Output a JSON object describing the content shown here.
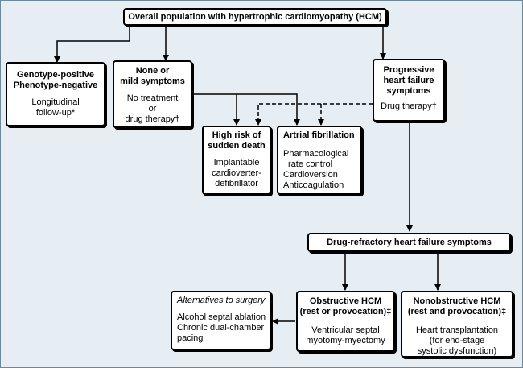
{
  "diagram": {
    "top": {
      "title": "Overall population with hypertrophic cardiomyopathy (HCM)"
    },
    "genotype": {
      "title": [
        "Genotype-positive",
        "Phenotype-negative"
      ],
      "body": [
        "Longitudinal",
        "follow-up*"
      ]
    },
    "mild": {
      "title": [
        "None or",
        "mild symptoms"
      ],
      "body": [
        "No treatment",
        "or",
        "drug therapy†"
      ]
    },
    "progressive": {
      "title": [
        "Progressive",
        "heart failure",
        "symptoms"
      ],
      "body": [
        "Drug therapy†"
      ]
    },
    "sudden": {
      "title": [
        "High risk of",
        "sudden death"
      ],
      "body": [
        "Implantable",
        "cardioverter-",
        "defibrillator"
      ]
    },
    "afib": {
      "title": [
        "Artrial fibrillation"
      ],
      "body": [
        "Pharmacological",
        "rate control",
        "Cardioversion",
        "Anticoagulation"
      ]
    },
    "refractory": {
      "title": "Drug-refractory heart failure symptoms"
    },
    "alternatives": {
      "title": "Alternatives to surgery",
      "body": [
        "Alcohol septal ablation",
        "Chronic dual-chamber",
        "pacing"
      ]
    },
    "obstructive": {
      "title": [
        "Obstructive HCM",
        "(rest or provocation)‡"
      ],
      "body": [
        "Ventricular septal",
        "myotomy-myectomy"
      ]
    },
    "nonobstructive": {
      "title": [
        "Nonobstructive HCM",
        "(rest and provocation)‡"
      ],
      "body": [
        "Heart transplantation",
        "(for end-stage",
        "systolic dysfunction)"
      ]
    }
  },
  "colors": {
    "background": "#e6edf3",
    "box_fill": "#ffffff",
    "border": "#000000"
  }
}
